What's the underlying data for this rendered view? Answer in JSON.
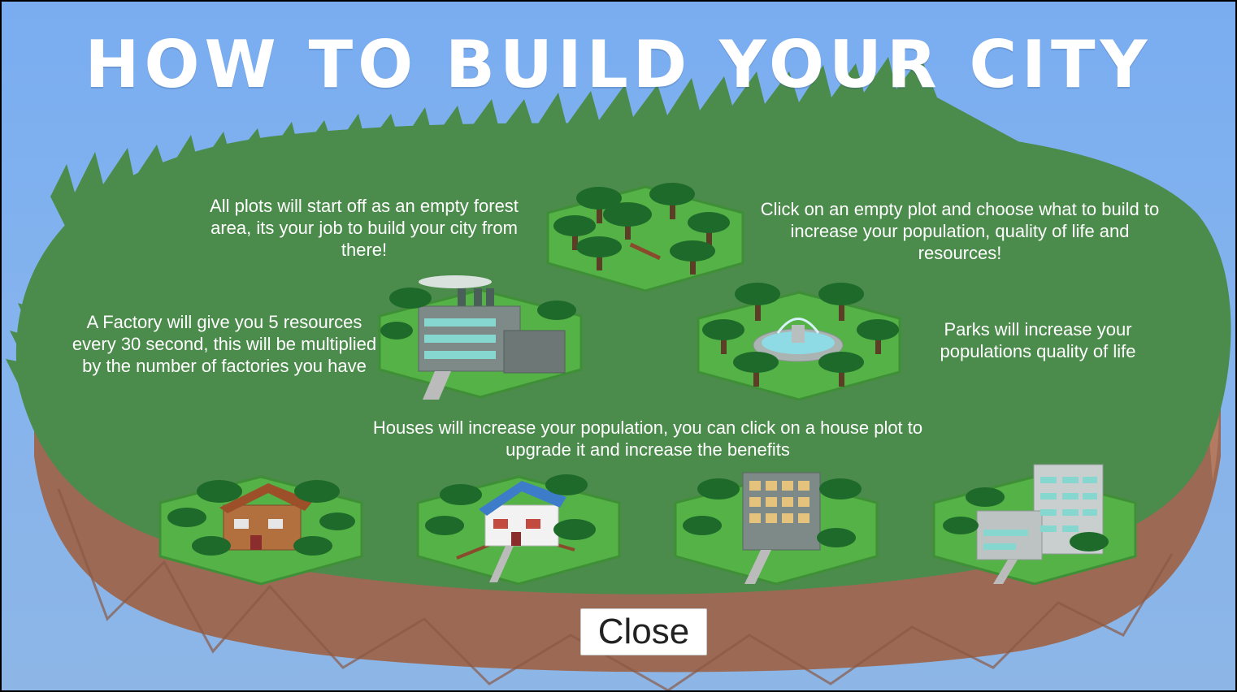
{
  "title": "HOW TO BUILD YOUR CITY",
  "info": {
    "forest": "All plots will start off as an empty forest area, its your job to build your city from there!",
    "click": "Click on an empty plot and choose what to build to increase your population, quality of life and resources!",
    "factory": "A Factory will give you 5 resources every 30 second, this will be multiplied by the number of factories you have",
    "parks": "Parks will increase your populations quality of life",
    "houses": "Houses will increase your population, you can click on a house plot to upgrade it and increase the benefits"
  },
  "close_label": "Close",
  "colors": {
    "sky": "#7fb0ee",
    "grass": "#4a8a4a",
    "hex_grass": "#4fae44",
    "dirt": "#9e6a52",
    "button": "#ffffff"
  },
  "icons": [
    "forest-plot-icon",
    "factory-plot-icon",
    "park-plot-icon",
    "cabin-house-icon",
    "house-icon",
    "apartment-icon",
    "office-tower-icon"
  ]
}
